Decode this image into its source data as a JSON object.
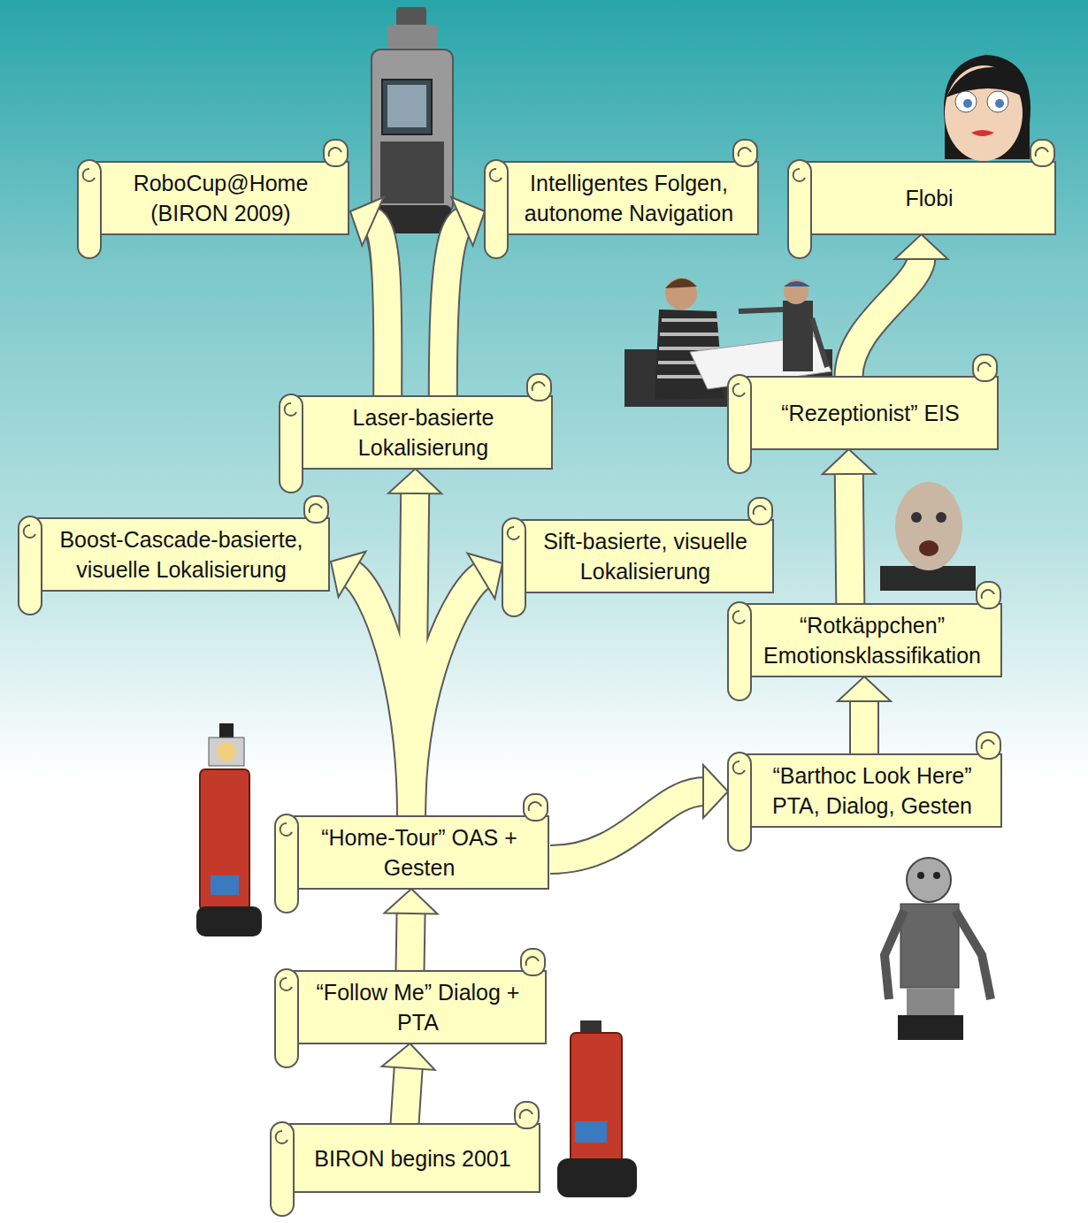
{
  "diagram": {
    "nodes": [
      {
        "text": [
          "RoboCup@Home (BIRON 2009)"
        ]
      },
      {
        "text": [
          "Intelligentes Folgen, autonome Navigation"
        ]
      },
      {
        "text": [
          "Flobi"
        ]
      },
      {
        "text": [
          "“Rezeptionist” EIS"
        ]
      },
      {
        "text": [
          "Laser-basierte Lokalisierung"
        ]
      },
      {
        "text": [
          "Boost-Cascade-basierte, visuelle Lokalisierung"
        ]
      },
      {
        "text": [
          "Sift-basierte, visuelle Lokalisierung"
        ]
      },
      {
        "text": [
          "“Rotkäppchen” Emotionsklassifikation"
        ]
      },
      {
        "text": [
          "“Barthoc Look Here” PTA, Dialog, Gesten"
        ]
      },
      {
        "text": [
          "“Home-Tour” OAS + Gesten"
        ]
      },
      {
        "text": [
          "“Follow Me” Dialog + PTA"
        ]
      },
      {
        "text": [
          "BIRON begins 2001"
        ]
      }
    ],
    "edges": [
      {
        "from": 11,
        "to": 10,
        "arrow": "to"
      },
      {
        "from": 10,
        "to": 9,
        "arrow": "to"
      },
      {
        "from": 9,
        "to": 4,
        "arrow": "to"
      },
      {
        "from": 9,
        "to": 5,
        "arrow": "to"
      },
      {
        "from": 9,
        "to": 6,
        "arrow": "to"
      },
      {
        "from": 4,
        "to": 0,
        "arrow": "to"
      },
      {
        "from": 4,
        "to": 1,
        "arrow": "to"
      },
      {
        "from": 9,
        "to": 8,
        "arrow": "to"
      },
      {
        "from": 8,
        "to": 7,
        "arrow": "to"
      },
      {
        "from": 7,
        "to": 3,
        "arrow": "to"
      },
      {
        "from": 3,
        "to": 2,
        "arrow": "to"
      }
    ]
  }
}
